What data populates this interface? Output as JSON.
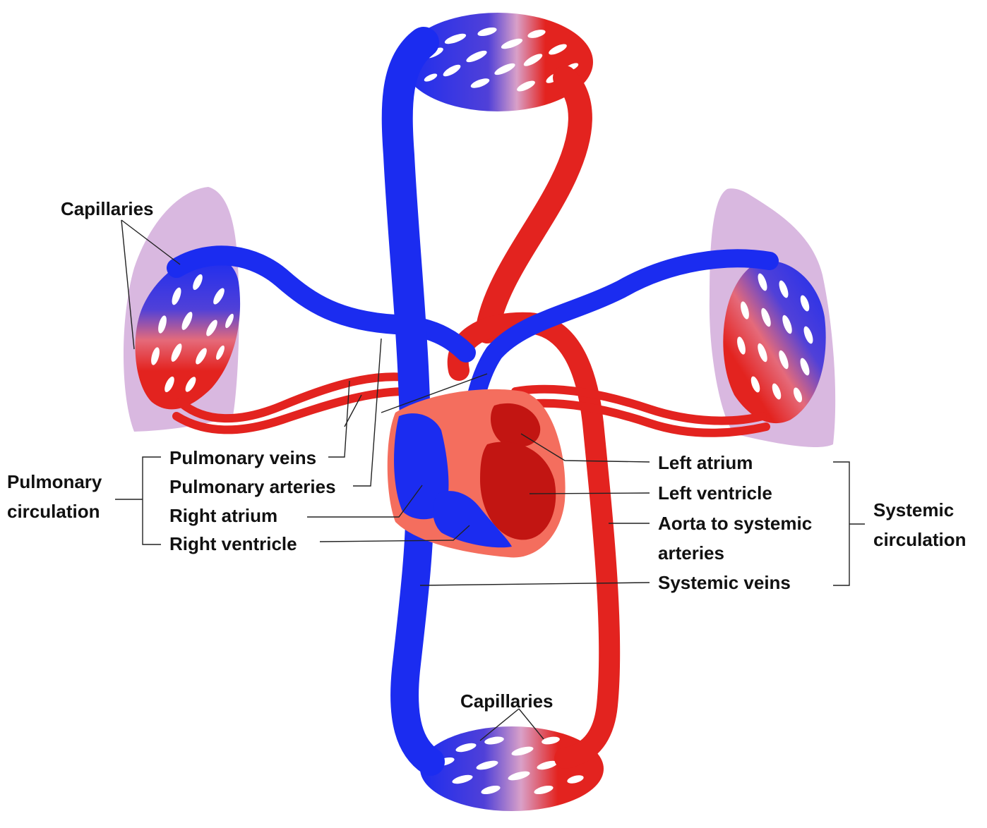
{
  "labels": {
    "capillaries_top": "Capillaries",
    "capillaries_bottom": "Capillaries",
    "pulmonary_veins": "Pulmonary veins",
    "pulmonary_arteries": "Pulmonary arteries",
    "right_atrium": "Right atrium",
    "right_ventricle": "Right ventricle",
    "pulmonary_circulation": "Pulmonary circulation",
    "left_atrium": "Left atrium",
    "left_ventricle": "Left ventricle",
    "aorta": "Aorta to systemic arteries",
    "systemic_veins": "Systemic veins",
    "systemic_circulation": "Systemic circulation"
  },
  "colors": {
    "deoxygenated": "#1b2cf0",
    "oxygenated": "#e3231f",
    "capillary_mix": "#d9a0c8",
    "lung": "#d9b8e0",
    "heart_outer": "#f46e5e",
    "heart_inner": "#c21512",
    "leader_line": "#222222"
  }
}
